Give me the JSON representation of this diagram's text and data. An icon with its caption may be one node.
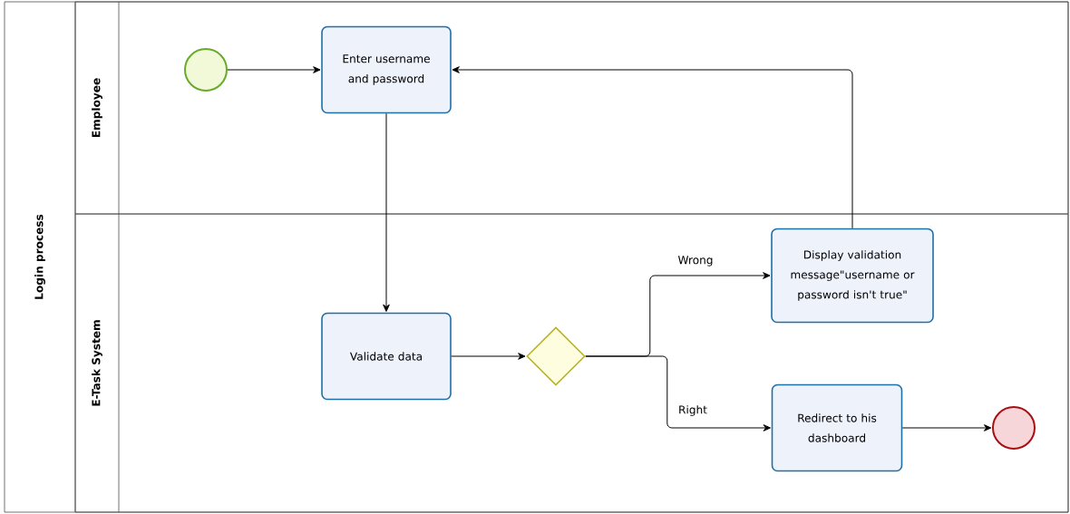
{
  "diagram": {
    "nodes": [
      {
        "text": [
          "Login process"
        ]
      },
      {
        "text": [
          "Employee"
        ],
        "in": 0
      },
      {
        "text": [
          "E-Task System"
        ],
        "in": 0
      },
      {
        "text": [],
        "shape": "circle",
        "in": 1
      },
      {
        "text": [
          "Enter username and password"
        ],
        "in": 1
      },
      {
        "text": [
          "Validate data"
        ],
        "in": 2
      },
      {
        "text": [],
        "shape": "diamond",
        "in": 2
      },
      {
        "text": [
          "Display validation message\"username or password isn't true\""
        ],
        "in": 2
      },
      {
        "text": [
          "Redirect to his dashboard"
        ],
        "in": 2
      },
      {
        "text": [],
        "shape": "circle",
        "in": 2
      }
    ],
    "edges": [
      {
        "from": 3,
        "to": 4,
        "arrow": "to"
      },
      {
        "from": 4,
        "to": 5,
        "arrow": "to"
      },
      {
        "from": 5,
        "to": 6,
        "arrow": "to"
      },
      {
        "from": 6,
        "to": 7,
        "arrow": "to",
        "label": "Wrong"
      },
      {
        "from": 6,
        "to": 8,
        "arrow": "to",
        "label": "Right"
      },
      {
        "from": 8,
        "to": 9,
        "arrow": "to"
      },
      {
        "from": 7,
        "to": 4,
        "arrow": "to"
      }
    ]
  }
}
